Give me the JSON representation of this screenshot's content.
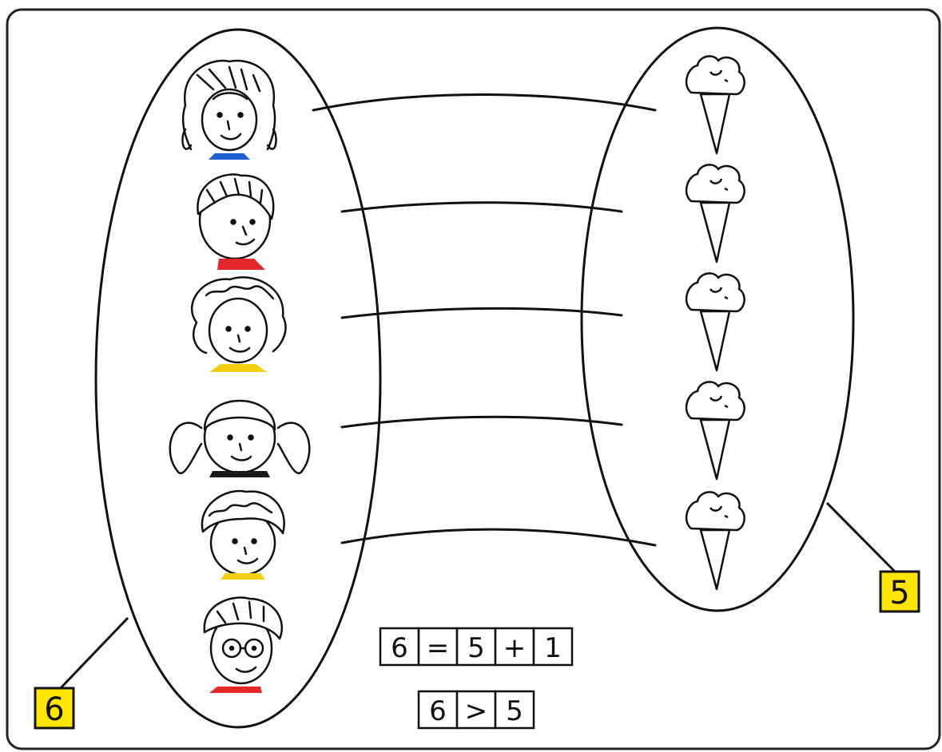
{
  "left_set": {
    "count_label": "6",
    "members": [
      {
        "name": "child-1",
        "shirt_color": "#1f5fd1"
      },
      {
        "name": "child-2",
        "shirt_color": "#e4262d"
      },
      {
        "name": "child-3",
        "shirt_color": "#f2d00f"
      },
      {
        "name": "child-4",
        "shirt_color": "#1a1a1a"
      },
      {
        "name": "child-5",
        "shirt_color": "#f2d00f"
      },
      {
        "name": "child-6",
        "shirt_color": "#e4262d"
      }
    ]
  },
  "right_set": {
    "count_label": "5",
    "members": [
      "ice-cream-1",
      "ice-cream-2",
      "ice-cream-3",
      "ice-cream-4",
      "ice-cream-5"
    ]
  },
  "equation": {
    "cells": [
      "6",
      "=",
      "5",
      "+",
      "1"
    ]
  },
  "comparison": {
    "cells": [
      "6",
      ">",
      "5"
    ]
  },
  "colors": {
    "label_fill": "#ffe600",
    "ink": "#111111",
    "background": "#ffffff"
  }
}
